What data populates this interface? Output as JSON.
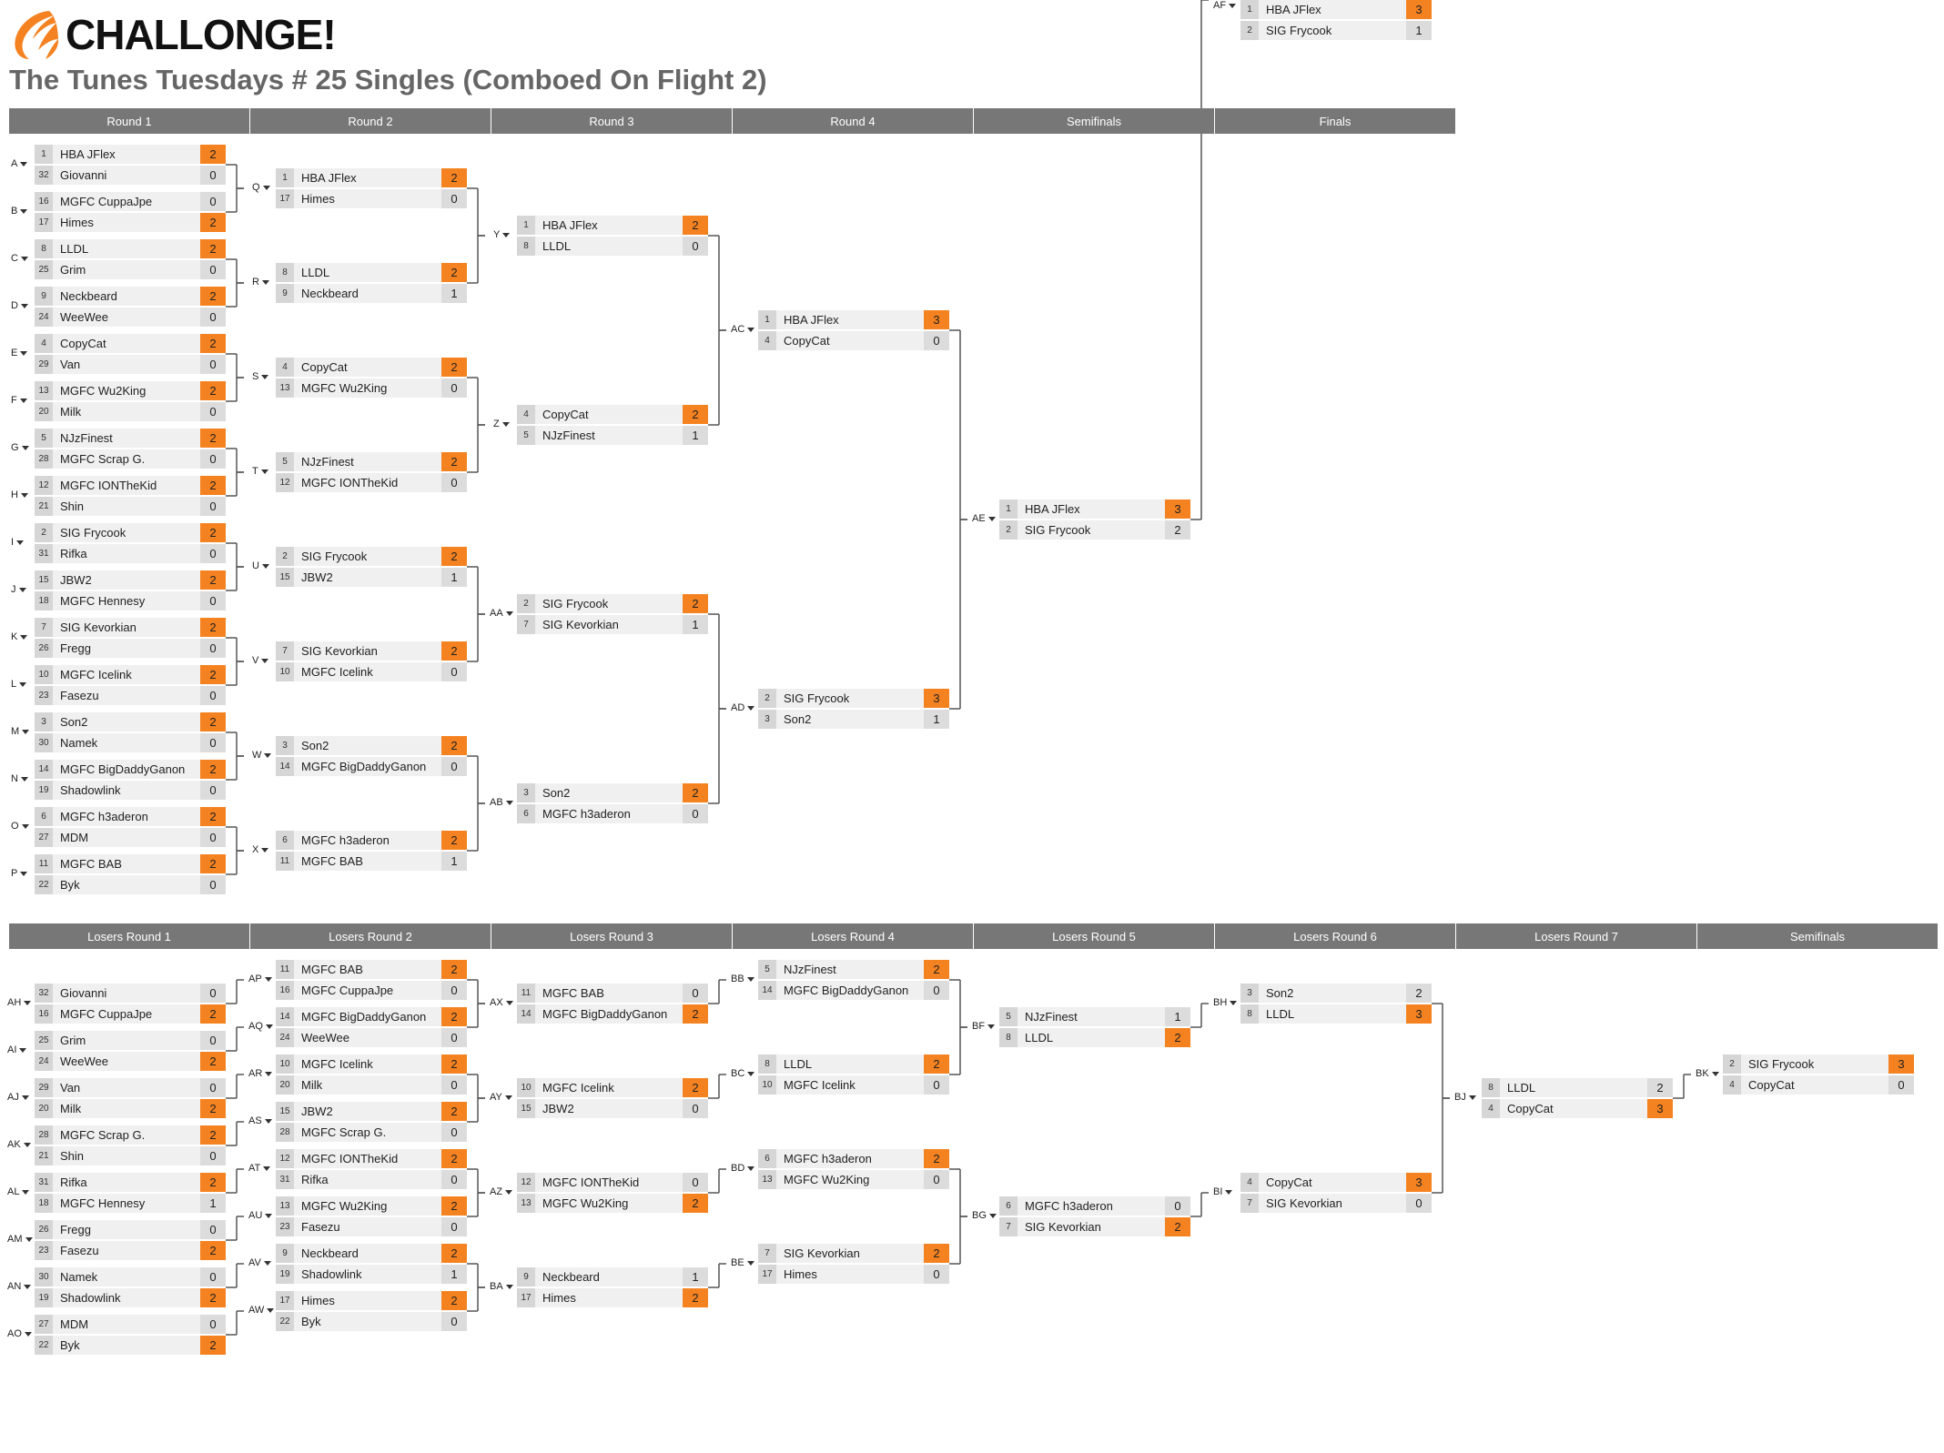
{
  "logo": {
    "text": "CHALLONGE!",
    "icon": "challonge-flame-icon",
    "color": "#f58220"
  },
  "tournament": {
    "title": "The Tunes Tuesdays # 25 Singles (Comboed On Flight 2)"
  },
  "colors": {
    "winner": "#f58220",
    "header": "#777777",
    "line": "#555555"
  },
  "winners": {
    "rounds": [
      "Round 1",
      "Round 2",
      "Round 3",
      "Round 4",
      "Semifinals",
      "Finals"
    ],
    "matches": [
      [
        {
          "id": "A",
          "p": [
            [
              "1",
              "HBA JFlex",
              "2"
            ],
            [
              "32",
              "Giovanni",
              "0"
            ]
          ],
          "w": 0
        },
        {
          "id": "B",
          "p": [
            [
              "16",
              "MGFC CuppaJpe",
              "0"
            ],
            [
              "17",
              "Himes",
              "2"
            ]
          ],
          "w": 1
        },
        {
          "id": "C",
          "p": [
            [
              "8",
              "LLDL",
              "2"
            ],
            [
              "25",
              "Grim",
              "0"
            ]
          ],
          "w": 0
        },
        {
          "id": "D",
          "p": [
            [
              "9",
              "Neckbeard",
              "2"
            ],
            [
              "24",
              "WeeWee",
              "0"
            ]
          ],
          "w": 0
        },
        {
          "id": "E",
          "p": [
            [
              "4",
              "CopyCat",
              "2"
            ],
            [
              "29",
              "Van",
              "0"
            ]
          ],
          "w": 0
        },
        {
          "id": "F",
          "p": [
            [
              "13",
              "MGFC Wu2King",
              "2"
            ],
            [
              "20",
              "Milk",
              "0"
            ]
          ],
          "w": 0
        },
        {
          "id": "G",
          "p": [
            [
              "5",
              "NJzFinest",
              "2"
            ],
            [
              "28",
              "MGFC Scrap G.",
              "0"
            ]
          ],
          "w": 0
        },
        {
          "id": "H",
          "p": [
            [
              "12",
              "MGFC IONTheKid",
              "2"
            ],
            [
              "21",
              "Shin",
              "0"
            ]
          ],
          "w": 0
        },
        {
          "id": "I",
          "p": [
            [
              "2",
              "SIG Frycook",
              "2"
            ],
            [
              "31",
              "Rifka",
              "0"
            ]
          ],
          "w": 0
        },
        {
          "id": "J",
          "p": [
            [
              "15",
              "JBW2",
              "2"
            ],
            [
              "18",
              "MGFC Hennesy",
              "0"
            ]
          ],
          "w": 0
        },
        {
          "id": "K",
          "p": [
            [
              "7",
              "SIG Kevorkian",
              "2"
            ],
            [
              "26",
              "Fregg",
              "0"
            ]
          ],
          "w": 0
        },
        {
          "id": "L",
          "p": [
            [
              "10",
              "MGFC Icelink",
              "2"
            ],
            [
              "23",
              "Fasezu",
              "0"
            ]
          ],
          "w": 0
        },
        {
          "id": "M",
          "p": [
            [
              "3",
              "Son2",
              "2"
            ],
            [
              "30",
              "Namek",
              "0"
            ]
          ],
          "w": 0
        },
        {
          "id": "N",
          "p": [
            [
              "14",
              "MGFC BigDaddyGanon",
              "2"
            ],
            [
              "19",
              "Shadowlink",
              "0"
            ]
          ],
          "w": 0
        },
        {
          "id": "O",
          "p": [
            [
              "6",
              "MGFC h3aderon",
              "2"
            ],
            [
              "27",
              "MDM",
              "0"
            ]
          ],
          "w": 0
        },
        {
          "id": "P",
          "p": [
            [
              "11",
              "MGFC BAB",
              "2"
            ],
            [
              "22",
              "Byk",
              "0"
            ]
          ],
          "w": 0
        }
      ],
      [
        {
          "id": "Q",
          "p": [
            [
              "1",
              "HBA JFlex",
              "2"
            ],
            [
              "17",
              "Himes",
              "0"
            ]
          ],
          "w": 0
        },
        {
          "id": "R",
          "p": [
            [
              "8",
              "LLDL",
              "2"
            ],
            [
              "9",
              "Neckbeard",
              "1"
            ]
          ],
          "w": 0
        },
        {
          "id": "S",
          "p": [
            [
              "4",
              "CopyCat",
              "2"
            ],
            [
              "13",
              "MGFC Wu2King",
              "0"
            ]
          ],
          "w": 0
        },
        {
          "id": "T",
          "p": [
            [
              "5",
              "NJzFinest",
              "2"
            ],
            [
              "12",
              "MGFC IONTheKid",
              "0"
            ]
          ],
          "w": 0
        },
        {
          "id": "U",
          "p": [
            [
              "2",
              "SIG Frycook",
              "2"
            ],
            [
              "15",
              "JBW2",
              "1"
            ]
          ],
          "w": 0
        },
        {
          "id": "V",
          "p": [
            [
              "7",
              "SIG Kevorkian",
              "2"
            ],
            [
              "10",
              "MGFC Icelink",
              "0"
            ]
          ],
          "w": 0
        },
        {
          "id": "W",
          "p": [
            [
              "3",
              "Son2",
              "2"
            ],
            [
              "14",
              "MGFC BigDaddyGanon",
              "0"
            ]
          ],
          "w": 0
        },
        {
          "id": "X",
          "p": [
            [
              "6",
              "MGFC h3aderon",
              "2"
            ],
            [
              "11",
              "MGFC BAB",
              "1"
            ]
          ],
          "w": 0
        }
      ],
      [
        {
          "id": "Y",
          "p": [
            [
              "1",
              "HBA JFlex",
              "2"
            ],
            [
              "8",
              "LLDL",
              "0"
            ]
          ],
          "w": 0
        },
        {
          "id": "Z",
          "p": [
            [
              "4",
              "CopyCat",
              "2"
            ],
            [
              "5",
              "NJzFinest",
              "1"
            ]
          ],
          "w": 0
        },
        {
          "id": "AA",
          "p": [
            [
              "2",
              "SIG Frycook",
              "2"
            ],
            [
              "7",
              "SIG Kevorkian",
              "1"
            ]
          ],
          "w": 0
        },
        {
          "id": "AB",
          "p": [
            [
              "3",
              "Son2",
              "2"
            ],
            [
              "6",
              "MGFC h3aderon",
              "0"
            ]
          ],
          "w": 0
        }
      ],
      [
        {
          "id": "AC",
          "p": [
            [
              "1",
              "HBA JFlex",
              "3"
            ],
            [
              "4",
              "CopyCat",
              "0"
            ]
          ],
          "w": 0
        },
        {
          "id": "AD",
          "p": [
            [
              "2",
              "SIG Frycook",
              "3"
            ],
            [
              "3",
              "Son2",
              "1"
            ]
          ],
          "w": 0
        }
      ],
      [
        {
          "id": "AE",
          "p": [
            [
              "1",
              "HBA JFlex",
              "3"
            ],
            [
              "2",
              "SIG Frycook",
              "2"
            ]
          ],
          "w": 0
        }
      ],
      [
        {
          "id": "AF",
          "p": [
            [
              "1",
              "HBA JFlex",
              "3"
            ],
            [
              "2",
              "SIG Frycook",
              "1"
            ]
          ],
          "w": 0
        }
      ]
    ]
  },
  "losers": {
    "rounds": [
      "Losers Round 1",
      "Losers Round 2",
      "Losers Round 3",
      "Losers Round 4",
      "Losers Round 5",
      "Losers Round 6",
      "Losers Round 7",
      "Semifinals"
    ],
    "matches": [
      [
        {
          "id": "AH",
          "p": [
            [
              "32",
              "Giovanni",
              "0"
            ],
            [
              "16",
              "MGFC CuppaJpe",
              "2"
            ]
          ],
          "w": 1
        },
        {
          "id": "AI",
          "p": [
            [
              "25",
              "Grim",
              "0"
            ],
            [
              "24",
              "WeeWee",
              "2"
            ]
          ],
          "w": 1
        },
        {
          "id": "AJ",
          "p": [
            [
              "29",
              "Van",
              "0"
            ],
            [
              "20",
              "Milk",
              "2"
            ]
          ],
          "w": 1
        },
        {
          "id": "AK",
          "p": [
            [
              "28",
              "MGFC Scrap G.",
              "2"
            ],
            [
              "21",
              "Shin",
              "0"
            ]
          ],
          "w": 0
        },
        {
          "id": "AL",
          "p": [
            [
              "31",
              "Rifka",
              "2"
            ],
            [
              "18",
              "MGFC Hennesy",
              "1"
            ]
          ],
          "w": 0
        },
        {
          "id": "AM",
          "p": [
            [
              "26",
              "Fregg",
              "0"
            ],
            [
              "23",
              "Fasezu",
              "2"
            ]
          ],
          "w": 1
        },
        {
          "id": "AN",
          "p": [
            [
              "30",
              "Namek",
              "0"
            ],
            [
              "19",
              "Shadowlink",
              "2"
            ]
          ],
          "w": 1
        },
        {
          "id": "AO",
          "p": [
            [
              "27",
              "MDM",
              "0"
            ],
            [
              "22",
              "Byk",
              "2"
            ]
          ],
          "w": 1
        }
      ],
      [
        {
          "id": "AP",
          "p": [
            [
              "11",
              "MGFC BAB",
              "2"
            ],
            [
              "16",
              "MGFC CuppaJpe",
              "0"
            ]
          ],
          "w": 0
        },
        {
          "id": "AQ",
          "p": [
            [
              "14",
              "MGFC BigDaddyGanon",
              "2"
            ],
            [
              "24",
              "WeeWee",
              "0"
            ]
          ],
          "w": 0
        },
        {
          "id": "AR",
          "p": [
            [
              "10",
              "MGFC Icelink",
              "2"
            ],
            [
              "20",
              "Milk",
              "0"
            ]
          ],
          "w": 0
        },
        {
          "id": "AS",
          "p": [
            [
              "15",
              "JBW2",
              "2"
            ],
            [
              "28",
              "MGFC Scrap G.",
              "0"
            ]
          ],
          "w": 0
        },
        {
          "id": "AT",
          "p": [
            [
              "12",
              "MGFC IONTheKid",
              "2"
            ],
            [
              "31",
              "Rifka",
              "0"
            ]
          ],
          "w": 0
        },
        {
          "id": "AU",
          "p": [
            [
              "13",
              "MGFC Wu2King",
              "2"
            ],
            [
              "23",
              "Fasezu",
              "0"
            ]
          ],
          "w": 0
        },
        {
          "id": "AV",
          "p": [
            [
              "9",
              "Neckbeard",
              "2"
            ],
            [
              "19",
              "Shadowlink",
              "1"
            ]
          ],
          "w": 0
        },
        {
          "id": "AW",
          "p": [
            [
              "17",
              "Himes",
              "2"
            ],
            [
              "22",
              "Byk",
              "0"
            ]
          ],
          "w": 0
        }
      ],
      [
        {
          "id": "AX",
          "p": [
            [
              "11",
              "MGFC BAB",
              "0"
            ],
            [
              "14",
              "MGFC BigDaddyGanon",
              "2"
            ]
          ],
          "w": 1
        },
        {
          "id": "AY",
          "p": [
            [
              "10",
              "MGFC Icelink",
              "2"
            ],
            [
              "15",
              "JBW2",
              "0"
            ]
          ],
          "w": 0
        },
        {
          "id": "AZ",
          "p": [
            [
              "12",
              "MGFC IONTheKid",
              "0"
            ],
            [
              "13",
              "MGFC Wu2King",
              "2"
            ]
          ],
          "w": 1
        },
        {
          "id": "BA",
          "p": [
            [
              "9",
              "Neckbeard",
              "1"
            ],
            [
              "17",
              "Himes",
              "2"
            ]
          ],
          "w": 1
        }
      ],
      [
        {
          "id": "BB",
          "p": [
            [
              "5",
              "NJzFinest",
              "2"
            ],
            [
              "14",
              "MGFC BigDaddyGanon",
              "0"
            ]
          ],
          "w": 0
        },
        {
          "id": "BC",
          "p": [
            [
              "8",
              "LLDL",
              "2"
            ],
            [
              "10",
              "MGFC Icelink",
              "0"
            ]
          ],
          "w": 0
        },
        {
          "id": "BD",
          "p": [
            [
              "6",
              "MGFC h3aderon",
              "2"
            ],
            [
              "13",
              "MGFC Wu2King",
              "0"
            ]
          ],
          "w": 0
        },
        {
          "id": "BE",
          "p": [
            [
              "7",
              "SIG Kevorkian",
              "2"
            ],
            [
              "17",
              "Himes",
              "0"
            ]
          ],
          "w": 0
        }
      ],
      [
        {
          "id": "BF",
          "p": [
            [
              "5",
              "NJzFinest",
              "1"
            ],
            [
              "8",
              "LLDL",
              "2"
            ]
          ],
          "w": 1
        },
        {
          "id": "BG",
          "p": [
            [
              "6",
              "MGFC h3aderon",
              "0"
            ],
            [
              "7",
              "SIG Kevorkian",
              "2"
            ]
          ],
          "w": 1
        }
      ],
      [
        {
          "id": "BH",
          "p": [
            [
              "3",
              "Son2",
              "2"
            ],
            [
              "8",
              "LLDL",
              "3"
            ]
          ],
          "w": 1
        },
        {
          "id": "BI",
          "p": [
            [
              "4",
              "CopyCat",
              "3"
            ],
            [
              "7",
              "SIG Kevorkian",
              "0"
            ]
          ],
          "w": 0
        }
      ],
      [
        {
          "id": "BJ",
          "p": [
            [
              "8",
              "LLDL",
              "2"
            ],
            [
              "4",
              "CopyCat",
              "3"
            ]
          ],
          "w": 1
        }
      ],
      [
        {
          "id": "BK",
          "p": [
            [
              "2",
              "SIG Frycook",
              "3"
            ],
            [
              "4",
              "CopyCat",
              "0"
            ]
          ],
          "w": 0
        }
      ]
    ]
  }
}
